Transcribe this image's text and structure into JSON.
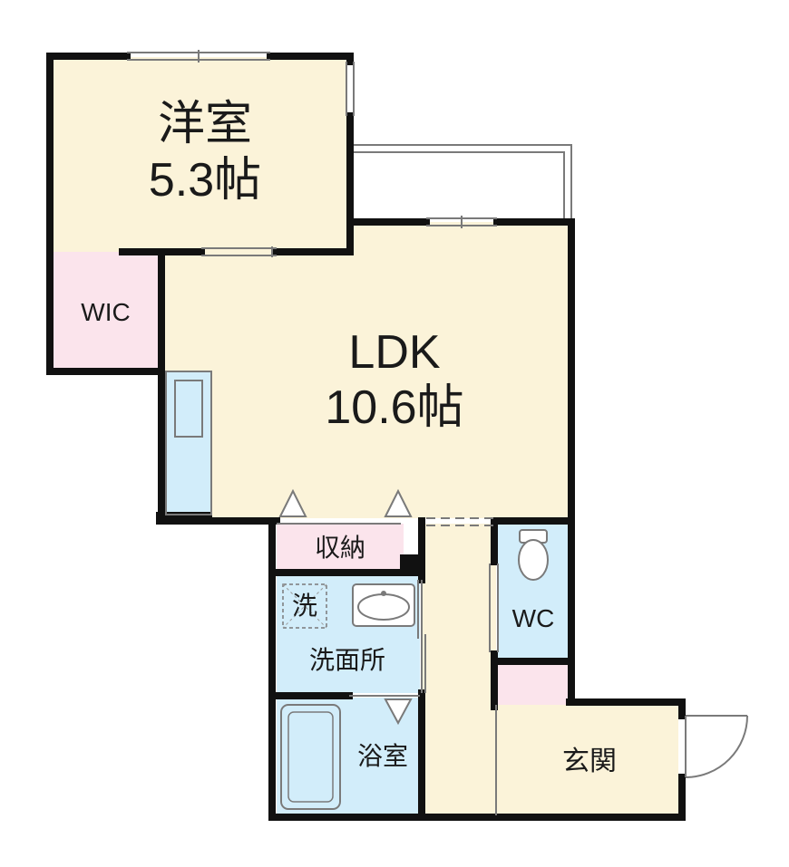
{
  "rooms": {
    "western": {
      "name": "洋室",
      "size": "5.3帖"
    },
    "wic": {
      "name": "WIC"
    },
    "ldk": {
      "name": "LDK",
      "size": "10.6帖"
    },
    "storage": {
      "name": "収納"
    },
    "washroom": {
      "name": "洗面所"
    },
    "washer": {
      "name": "洗"
    },
    "bath": {
      "name": "浴室"
    },
    "wc": {
      "name": "WC"
    },
    "entrance": {
      "name": "玄関"
    }
  },
  "colors": {
    "room_beige": "#fbf3d9",
    "wic_pink": "#fbe4ec",
    "water_blue": "#d2edfa",
    "wall": "#111111",
    "outline": "#7a7a7a"
  }
}
